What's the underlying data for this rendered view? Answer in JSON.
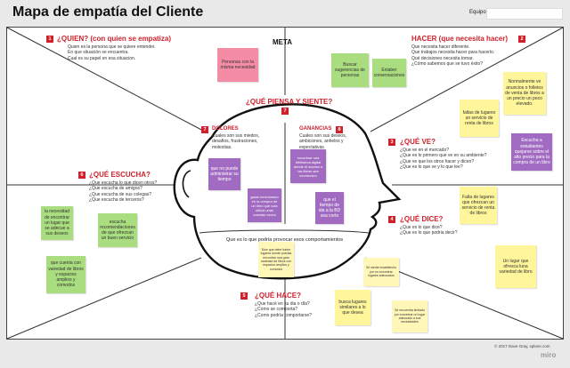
{
  "title": "Mapa de empatía del Cliente",
  "team_label": "Equipo",
  "meta_label": "META",
  "sections": {
    "quien": {
      "badge": "1",
      "title": "¿QUIEN? (con quien se empatiza)",
      "desc": [
        "Quien es la persona que se quiere entender.",
        "En que situación se encuentra.",
        "Cual es su papel en esa situacion."
      ]
    },
    "hacer": {
      "badge": "2",
      "title": "HACER (que necesita hacer)",
      "desc": [
        "Que necesita hacer diferente.",
        "Que trabajos necesita hacer para hacerlo.",
        "Qué decisiones necesita tomar.",
        "¿Cómo sabemos que se tuvo éxito?"
      ]
    },
    "ve": {
      "badge": "3",
      "title": "¿QUÉ VE?",
      "desc": [
        "¿Que ve en el mercado?",
        "¿Que es lo primero que ve en su ambiente?",
        "¿Que ve que los otros hacer y dicen?",
        "¿Que es lo que ve y lo que lee?"
      ]
    },
    "dice": {
      "badge": "4",
      "title": "¿QUÉ DICE?",
      "desc": [
        "¿Que es lo que dice?",
        "¿Que es lo que podria decir?"
      ]
    },
    "hace": {
      "badge": "5",
      "title": "¿QUÉ HACE?",
      "desc": [
        "¿Que hacé en su dia o día?",
        "¿Como se comporta?",
        "¿Como podría comportarse?"
      ]
    },
    "escucha": {
      "badge": "6",
      "title": "¿QUÉ ESCUCHA?",
      "desc": [
        "¿Que escucha lo que dicen otros?",
        "¿Que escucha de amigos?",
        "¿Que escucha de sus colegas?",
        "¿Que escucha de terceros?"
      ]
    },
    "piensa": {
      "badge": "7",
      "title": "¿QUÉ PIENSA Y SIENTE?"
    },
    "dolores": {
      "badge": "7",
      "title": "DOLORES",
      "desc": [
        "Cuales son sus miedos,",
        "desafios, frustraciones,",
        "molestias."
      ]
    },
    "ganancias": {
      "badge": "8",
      "title": "GANANCIAS",
      "desc": [
        "Cuales son sus deseos,",
        "ambiciones, anhelos y",
        "expectativas."
      ]
    }
  },
  "bottom_question": "Que es lo que podría provocar esos comportamientos",
  "notes": {
    "personas": "Personas con la misma necesidad",
    "buscar_sug": "Buscar sugerencias de personas",
    "enlaber": "Enlaber conversaciones",
    "normalmente": "Normalmente ve anuncios o folletos de venta de libros a un precio un poco elevado.",
    "faltas": "faltas de lugares un servicio de renta de libros",
    "escucha_ambientes": "Escucha a estudiantes quejarse sobre el alto precio para la compra de un libro",
    "falta_lugares": "Falta de lugares que ofrezcan un servicio de renta de libros",
    "un_lugar": "Un lugar que ofresca luna variedad de libro",
    "no_puede": "que no puede administrar su tiempo",
    "gasto": "gasto innecesario en la compra de un libro que solo utiliza unas cuantas veces",
    "encontrar_biblioteca": "encontrar una biblioteca digital donde el acceso a las libros sea economico",
    "tiempo_idea": "que el tiempo de ida a la BD sea corto",
    "necesidad_encontrar": "la necesidad de encontrar un lugar que se adecue a sus deseos",
    "escucha_recomendaciones": "escucha recomendaciones de que ofrezcan un buen servicio",
    "que_cuenta": "que cuenta con variedad de libros y espacios amplios y comodos",
    "dice_lugar": "Dice que debe haber lugares donde puedas encontrar una gran variedad de libros con espacios amplios y comodos",
    "se_siente": "Se siente insatisfecho por no encontrar lugares adecuados",
    "busca_lugares": "busca lugares similares a lo que desea",
    "se_encuentra": "Se encuentra limitado por encontrar un lugar adecuado a sus necesidades"
  },
  "footer": "© 2017 Dave Gray, xplane.com",
  "brand": "miro",
  "colors": {
    "accent": "#d0202a",
    "pink": "#f48ca6",
    "yellow": "#fff59a",
    "green": "#a9dd7f",
    "purple": "#a06bc0"
  }
}
